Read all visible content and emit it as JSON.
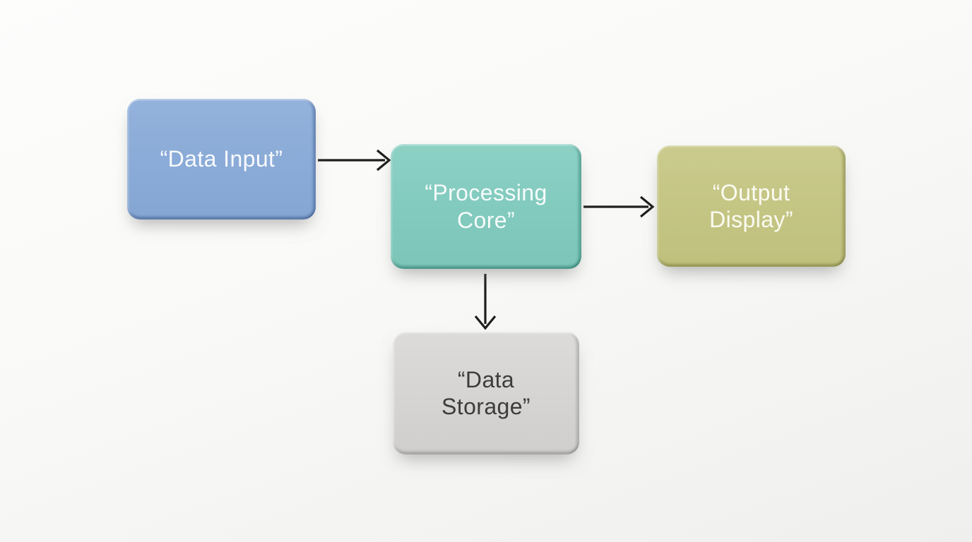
{
  "page": {
    "background_top": "#fdfdfc",
    "background_bottom": "#efefed"
  },
  "diagram": {
    "type": "flowchart",
    "arrow_color": "#1e1e1e",
    "nodes": [
      {
        "id": "data-input",
        "label": "“Data Input”",
        "fill": "#8aabd7",
        "edge_shade": "#6e8cba",
        "text_color": "#f8fafd"
      },
      {
        "id": "processing-core",
        "label": "“Processing Core”",
        "fill": "#82cabe",
        "edge_shade": "#63ab9e",
        "text_color": "#f5fbfa"
      },
      {
        "id": "output-display",
        "label": "“Output Display”",
        "fill": "#c4c583",
        "edge_shade": "#9fa162",
        "text_color": "#fbfbf3"
      },
      {
        "id": "data-storage",
        "label": "“Data Storage”",
        "fill": "#d5d4d3",
        "edge_shade": "#aeadac",
        "text_color": "#3c3c3c"
      }
    ],
    "edges": [
      {
        "from": "data-input",
        "to": "processing-core",
        "direction": "right"
      },
      {
        "from": "processing-core",
        "to": "output-display",
        "direction": "right"
      },
      {
        "from": "processing-core",
        "to": "data-storage",
        "direction": "down"
      }
    ]
  }
}
